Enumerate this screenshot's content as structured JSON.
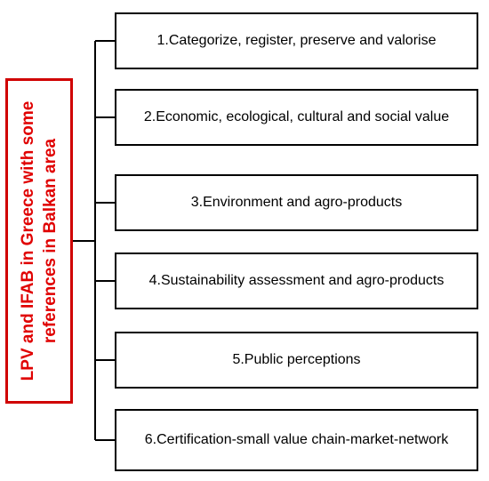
{
  "main": {
    "label": "LPV and IFAB in Greece with some references in Balkan area",
    "color": "#e00000"
  },
  "branches": [
    {
      "label": "1.Categorize, register, preserve and valorise"
    },
    {
      "label": "2.Economic, ecological, cultural and social value"
    },
    {
      "label": "3.Environment and agro-products"
    },
    {
      "label": "4.Sustainability assessment and agro-products"
    },
    {
      "label": "5.Public perceptions"
    },
    {
      "label": "6.Certification-small value chain-market-network"
    }
  ]
}
